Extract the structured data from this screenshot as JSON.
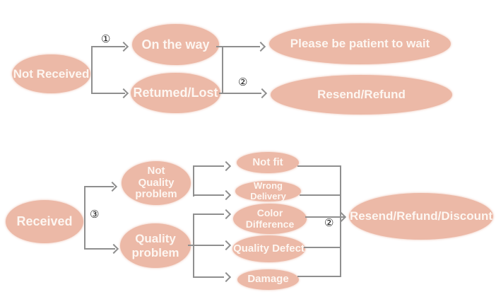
{
  "diagram": {
    "type": "flowchart",
    "background_color": "#ffffff",
    "node_fill_color": "#ecb9a7",
    "node_text_color": "#fdf6f1",
    "connector_color": "#8f8f8f",
    "annotation_color": "#1f1f1f",
    "top_flow": {
      "root_label": "Not Received",
      "split_annotation": "①",
      "children": [
        "On the way",
        "Retumed/Lost"
      ],
      "merge_annotation": "②",
      "outcomes": [
        "Please be patient to wait",
        "Resend/Refund"
      ]
    },
    "bottom_flow": {
      "root_label": "Received",
      "split_annotation": "③",
      "children": [
        "Not Quality problem",
        "Quality problem"
      ],
      "leaves": [
        "Not fit",
        "Wrong Delivery",
        "Color Difference",
        "Quality Defect",
        "Damage"
      ],
      "merge_annotation": "②",
      "outcome_label": "Resend/Refund/Discount"
    }
  }
}
